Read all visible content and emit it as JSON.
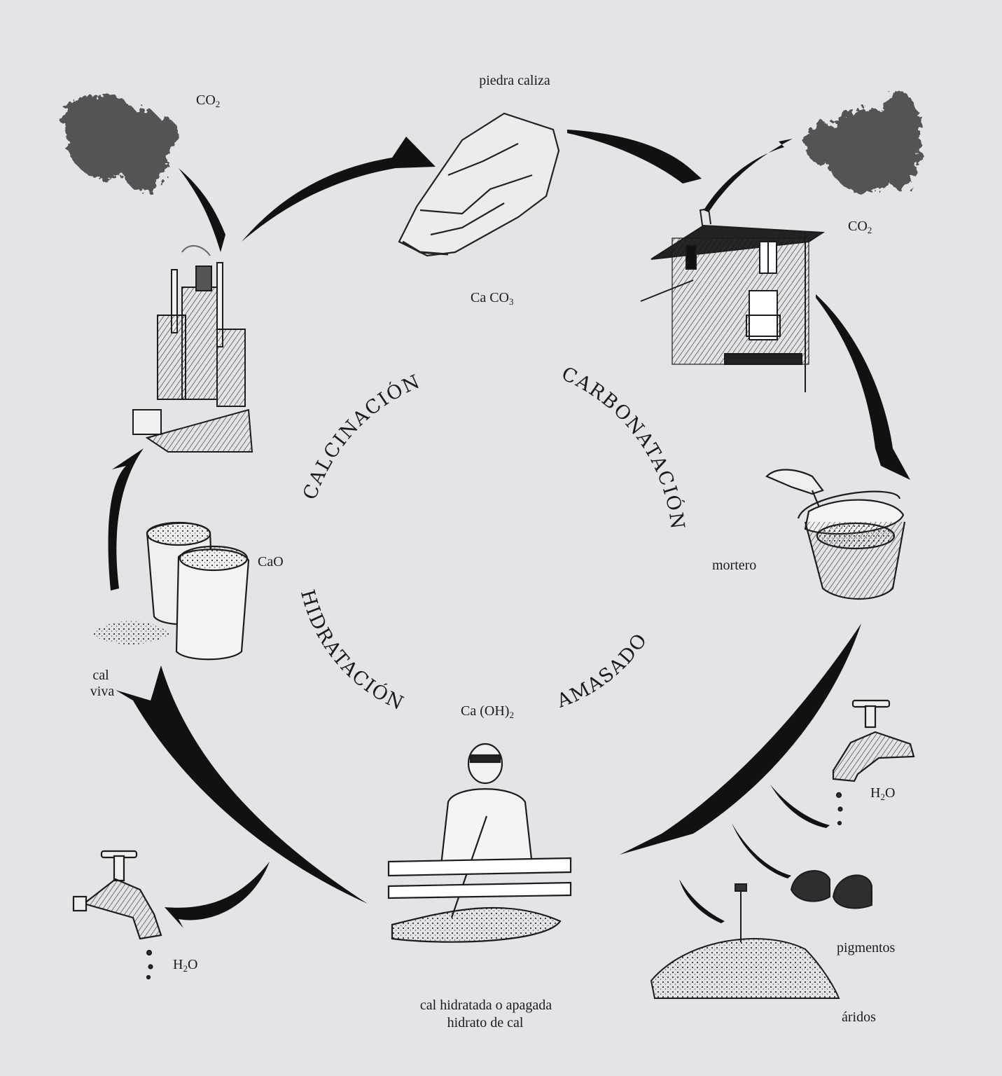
{
  "labels": {
    "piedra_caliza": "piedra caliza",
    "caco3": {
      "main": "Ca CO",
      "sub": "3"
    },
    "co2_left": {
      "main": "CO",
      "sub": "2"
    },
    "co2_right": {
      "main": "CO",
      "sub": "2"
    },
    "cao": "CaO",
    "cal_viva_1": "cal",
    "cal_viva_2": "viva",
    "caoh2": {
      "main": "Ca (OH)",
      "sub": "2"
    },
    "mortero": "mortero",
    "h2o_left": {
      "pre": "H",
      "sub": "2",
      "post": "O"
    },
    "h2o_right": {
      "pre": "H",
      "sub": "2",
      "post": "O"
    },
    "pigmentos": "pigmentos",
    "aridos": "áridos",
    "cal_hidratada_1": "cal hidratada o apagada",
    "cal_hidratada_2": "hidrato de cal"
  },
  "stages": {
    "calcinacion": "CALCINACIÓN",
    "carbonatacion": "CARBONATACIÓN",
    "hidratacion": "HIDRATACIÓN",
    "amasado": "AMASADO"
  }
}
